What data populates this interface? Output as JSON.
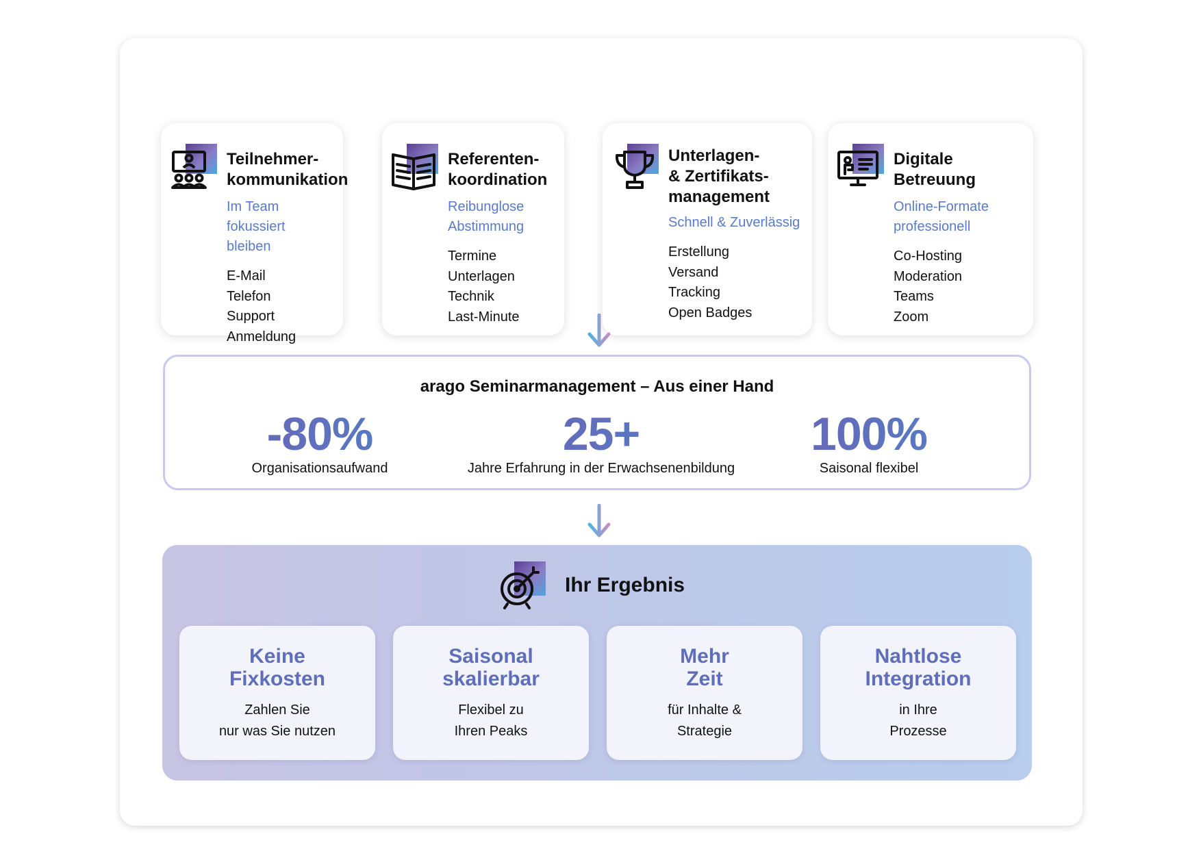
{
  "service_cards": [
    {
      "icon": "audience-presentation-icon",
      "title": "Teilnehmer-\nkommunikation",
      "subtitle": "Im Team fokussiert\nbleiben",
      "items": [
        "E-Mail",
        "Telefon",
        "Support",
        "Anmeldung"
      ]
    },
    {
      "icon": "open-book-icon",
      "title": "Referenten-\nkoordination",
      "subtitle": "Reibunglose\nAbstimmung",
      "items": [
        "Termine",
        "Unterlagen",
        "Technik",
        "Last-Minute"
      ]
    },
    {
      "icon": "trophy-icon",
      "title": "Unterlagen-\n& Zertifikats-\nmanagement",
      "subtitle": "Schnell & Zuverlässig",
      "items": [
        "Erstellung",
        "Versand",
        "Tracking",
        "Open Badges"
      ]
    },
    {
      "icon": "online-presenter-monitor-icon",
      "title": "Digitale\nBetreuung",
      "subtitle": "Online-Formate\nprofessionell",
      "items": [
        "Co-Hosting",
        "Moderation",
        "Teams",
        "Zoom"
      ]
    }
  ],
  "summary": {
    "title": "arago Seminarmanagement – Aus einer Hand",
    "stats": [
      {
        "value": "-80%",
        "label": "Organisationsaufwand"
      },
      {
        "value": "25+",
        "label": "Jahre Erfahrung in der Erwachsenenbildung"
      },
      {
        "value": "100%",
        "label": "Saisonal flexibel"
      }
    ]
  },
  "result": {
    "icon": "target-icon",
    "title": "Ihr Ergebnis",
    "cards": [
      {
        "title": "Keine\nFixkosten",
        "text": "Zahlen Sie\nnur was Sie nutzen"
      },
      {
        "title": "Saisonal\nskalierbar",
        "text": "Flexibel zu\nIhren Peaks"
      },
      {
        "title": "Mehr\nZeit",
        "text": "für Inhalte &\nStrategie"
      },
      {
        "title": "Nahtlose\nIntegration",
        "text": "in Ihre\nProzesse"
      }
    ]
  },
  "colors": {
    "accent_blue": "#5a7bc8",
    "accent_purple": "#6f5cae",
    "result_title": "#5e6eb9",
    "arrow_blue": "#4fb3e0",
    "arrow_pink": "#c48fc4"
  }
}
